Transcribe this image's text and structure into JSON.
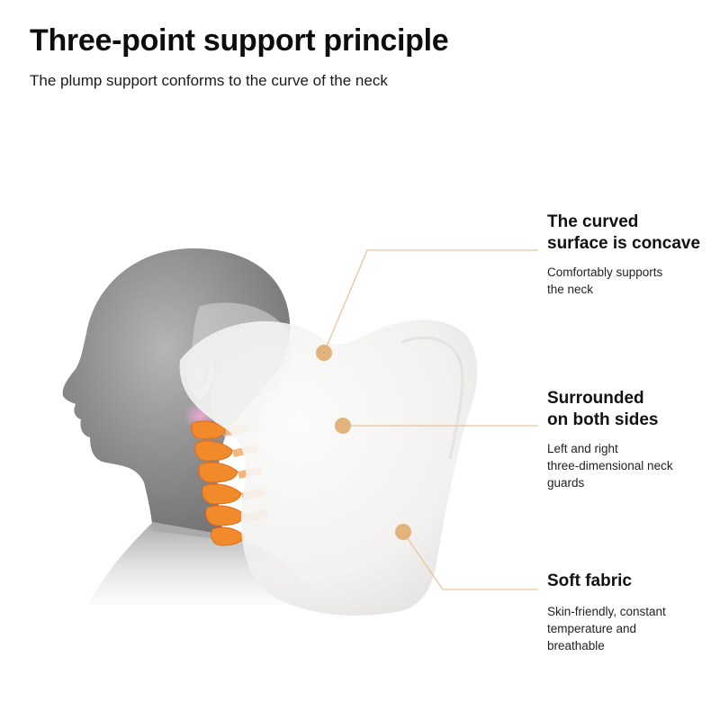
{
  "header": {
    "title": "Three-point support principle",
    "subtitle": "The plump support conforms to the curve of the neck"
  },
  "features": [
    {
      "heading_line1": "The curved",
      "heading_line2": "surface is concave",
      "desc_line1": "Comfortably supports",
      "desc_line2": "the neck"
    },
    {
      "heading_line1": "Surrounded",
      "heading_line2": "on both sides",
      "desc_line1": "Left and right",
      "desc_line2": "three-dimensional neck",
      "desc_line3": "guards"
    },
    {
      "heading_line1": "Soft fabric",
      "desc_line1": "Skin-friendly, constant",
      "desc_line2": "temperature and",
      "desc_line3": "breathable"
    }
  ],
  "colors": {
    "accent_dot": "#e2b47c",
    "connector_line": "#e6c49a",
    "pillow": "#f4f3f1",
    "spine": "#f08a2a"
  }
}
